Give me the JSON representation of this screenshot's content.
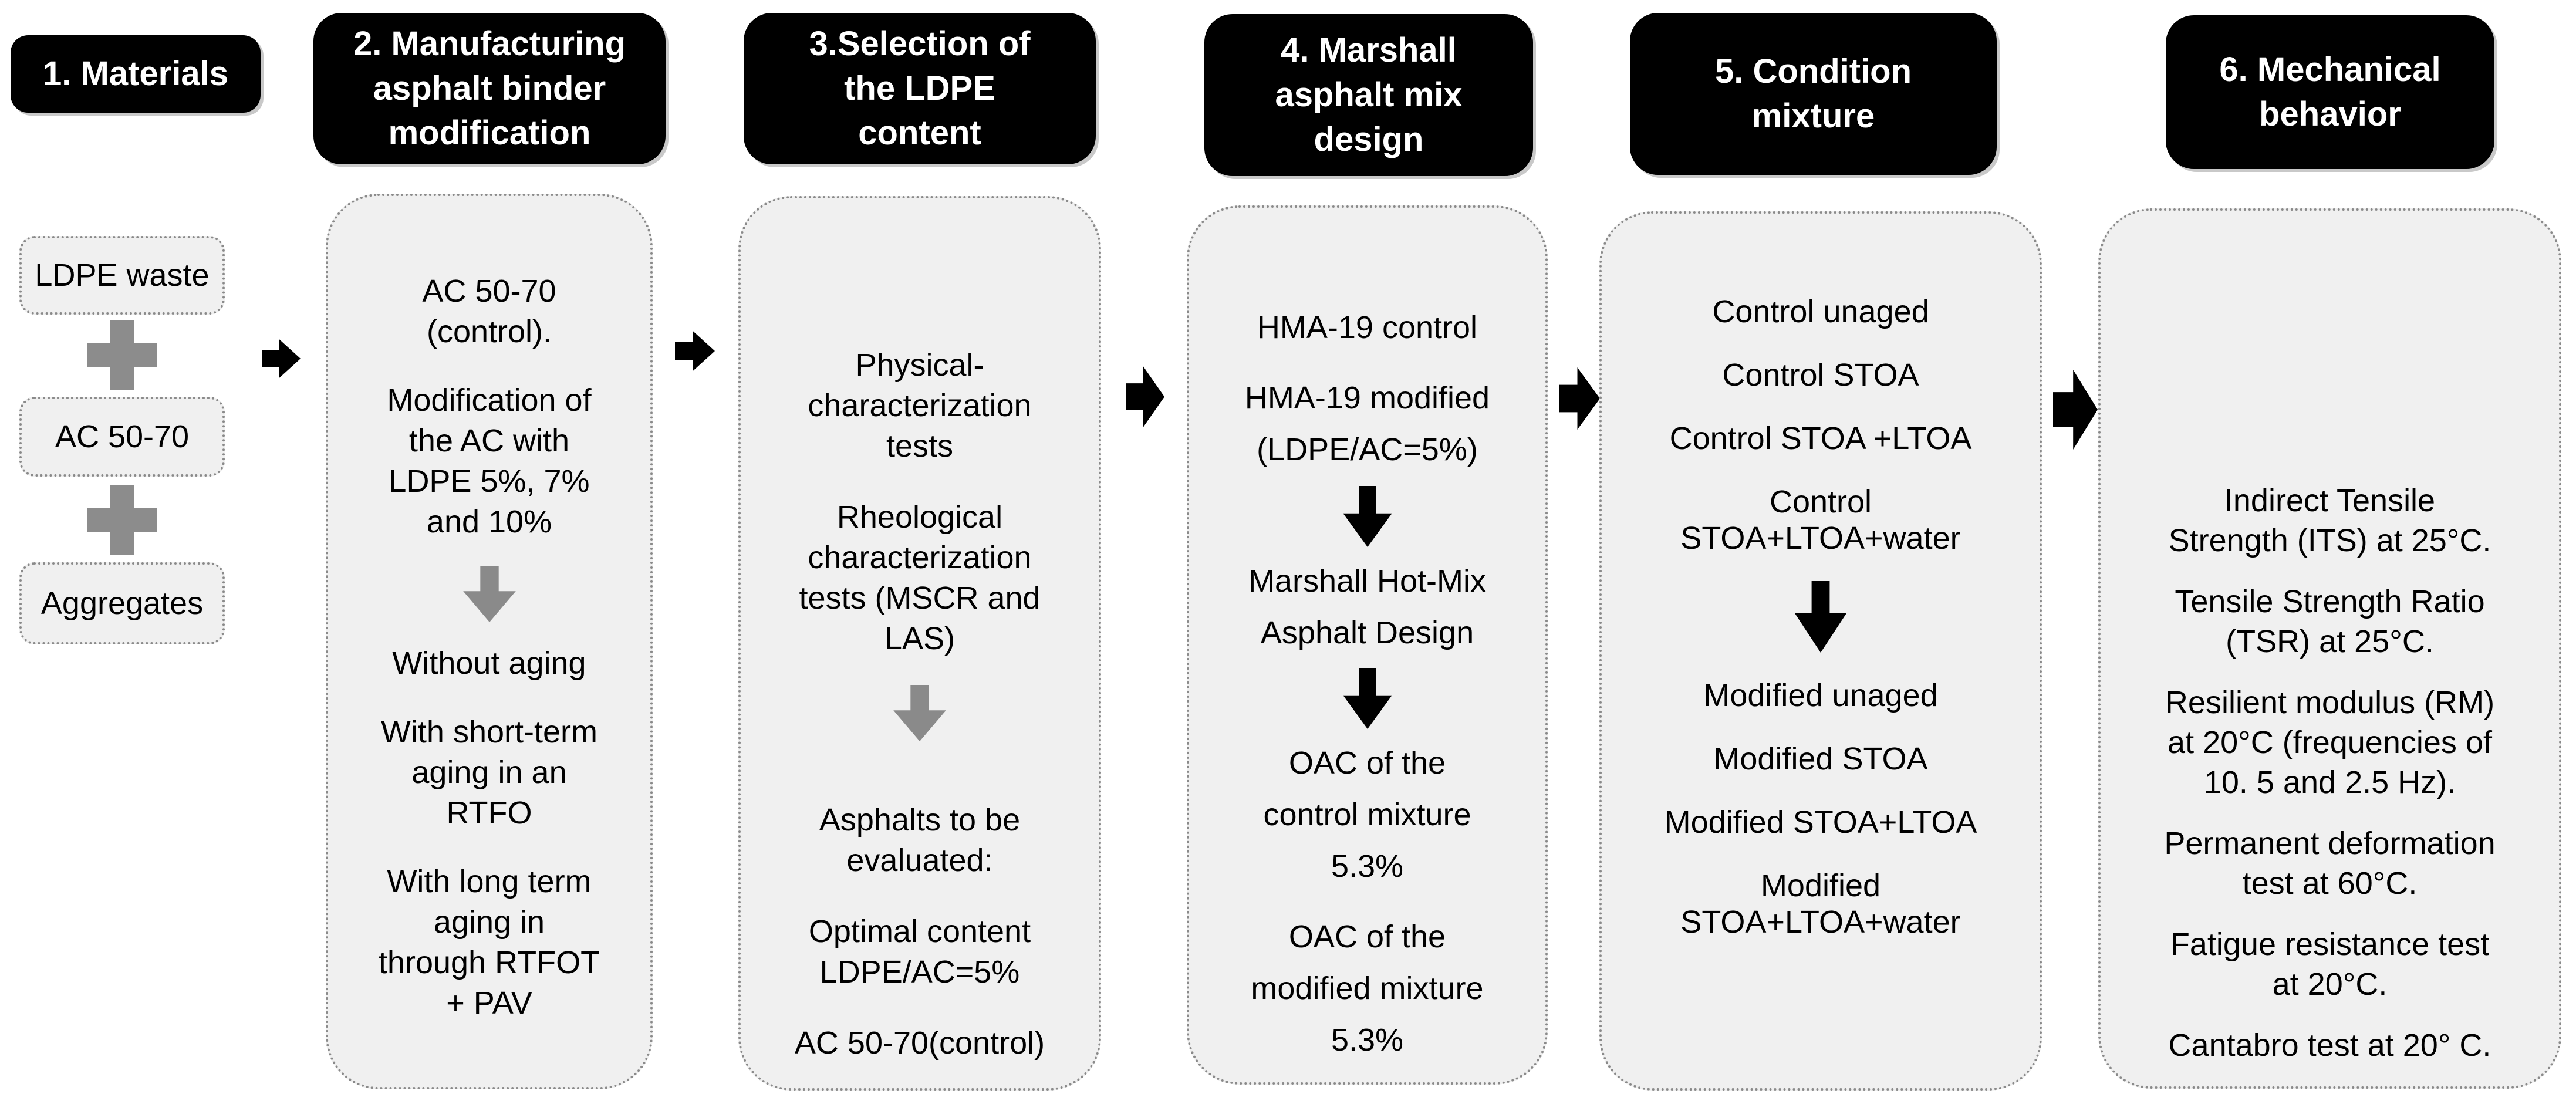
{
  "title": "LDPE modified asphalt methodology flowchart",
  "colors": {
    "canvas_bg": "#ffffff",
    "header_bg": "#000000",
    "header_text": "#ffffff",
    "box_bg": "#f0f0f0",
    "box_border_dotted": "#8a8a8a",
    "body_text": "#000000",
    "plus_icon": "#8c8c8c",
    "down_arrow_gray": "#8a8a8a",
    "down_arrow_black": "#000000",
    "flow_arrow_black": "#000000"
  },
  "icons": {
    "plus": "gray-plus",
    "flow_arrow": "black-right-block-arrow",
    "down_arrow_gray": "gray-down-block-arrow",
    "down_arrow_black": "black-down-block-arrow"
  },
  "columns": [
    {
      "header": "1. Materials",
      "items": [
        "LDPE waste",
        "AC 50-70",
        "Aggregates"
      ]
    },
    {
      "header": "2. Manufacturing\nasphalt binder\nmodification",
      "paragraphs": [
        "AC 50-70\n(control).",
        "Modification of\nthe AC with\nLDPE 5%, 7%\nand 10%",
        "Without aging",
        "With short-term\naging in an\nRTFO",
        "With long term\naging in\nthrough RTFOT\n+ PAV"
      ]
    },
    {
      "header": "3.Selection of\nthe LDPE\ncontent",
      "paragraphs": [
        "Physical-\ncharacterization\ntests",
        "Rheological\ncharacterization\ntests (MSCR and\nLAS)",
        "Asphalts to be\nevaluated:",
        "Optimal content\nLDPE/AC=5%",
        "AC 50-70(control)"
      ]
    },
    {
      "header": "4. Marshall\nasphalt mix\ndesign",
      "paragraphs": [
        "HMA-19 control",
        "HMA-19 modified\n(LDPE/AC=5%)",
        "Marshall Hot-Mix\nAsphalt Design",
        "OAC of the\ncontrol mixture\n5.3%",
        "OAC of the\nmodified mixture\n5.3%"
      ]
    },
    {
      "header": "5. Condition\nmixture",
      "paragraphs": [
        "Control unaged",
        "Control STOA",
        "Control STOA +LTOA",
        "Control\nSTOA+LTOA+water",
        "Modified unaged",
        "Modified STOA",
        "Modified STOA+LTOA",
        "Modified\nSTOA+LTOA+water"
      ]
    },
    {
      "header": "6. Mechanical\nbehavior",
      "paragraphs": [
        "Indirect Tensile\nStrength (ITS) at 25°C.",
        "Tensile Strength Ratio\n(TSR) at 25°C.",
        "Resilient modulus (RM)\nat 20°C (frequencies of\n10. 5 and 2.5 Hz).",
        "Permanent deformation\ntest at 60°C.",
        "Fatigue resistance test\nat 20°C.",
        "Cantabro test at 20° C."
      ]
    }
  ]
}
